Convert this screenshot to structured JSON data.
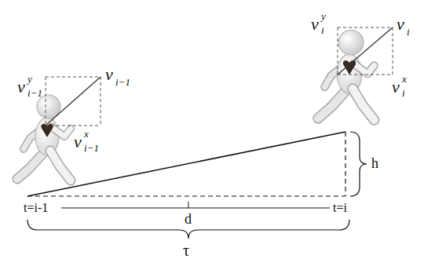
{
  "diagram": {
    "labels": [
      "v",
      "y",
      "i−1",
      "v",
      "i−1",
      "v",
      "x",
      "i−1",
      "v",
      "y",
      "i",
      "v",
      "i",
      "v",
      "x",
      "i",
      "h",
      "t=i-1",
      "d",
      "t=i",
      "τ"
    ]
  }
}
